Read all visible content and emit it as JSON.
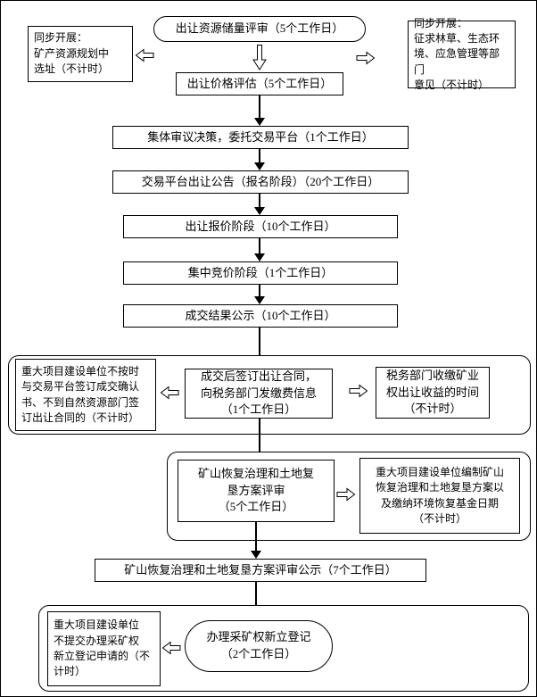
{
  "colors": {
    "line": "#000000",
    "background": "#ffffff"
  },
  "top": {
    "reserve_review": "出让资源储量评审（5个工作日）",
    "left_note": "同步开展：\n矿产资源规划中\n选址（不计时）",
    "right_note": "同步开展：\n征求林草、生态环\n境、应急管理等部门\n意见（不计时）",
    "price_eval": "出让价格评估（5个工作日）"
  },
  "sequence": [
    "集体审议决策，委托交易平台（1个工作日）",
    "交易平台出让公告（报名阶段）（20个工作日）",
    "出让报价阶段（10个工作日）",
    "集中竞价阶段（1个工作日）",
    "成交结果公示（10个工作日）"
  ],
  "contract_stage": {
    "left_note": "重大项目建设单位不按时\n与交易平台签订成交确认\n书、不到自然资源部门签\n订出让合同的（不计时）",
    "main": "成交后签订出让合同，\n向税务部门发缴费信息\n（1个工作日）",
    "right_note": "税务部门收缴矿业\n权出让收益的时间\n（不计时）"
  },
  "restoration_stage": {
    "main": "矿山恢复治理和土地复\n垦方案评审\n（5个工作日）",
    "right_note": "重大项目建设单位编制矿山\n恢复治理和土地复垦方案以\n及缴纳环境恢复基金日期\n（不计时）"
  },
  "publicity": "矿山恢复治理和土地复垦方案评审公示（7个工作日）",
  "registration_stage": {
    "left_note": "重大项目建设单位\n不提交办理采矿权\n新立登记申请的（不\n计时）",
    "main": "办理采矿权新立登记\n（2个工作日）"
  }
}
